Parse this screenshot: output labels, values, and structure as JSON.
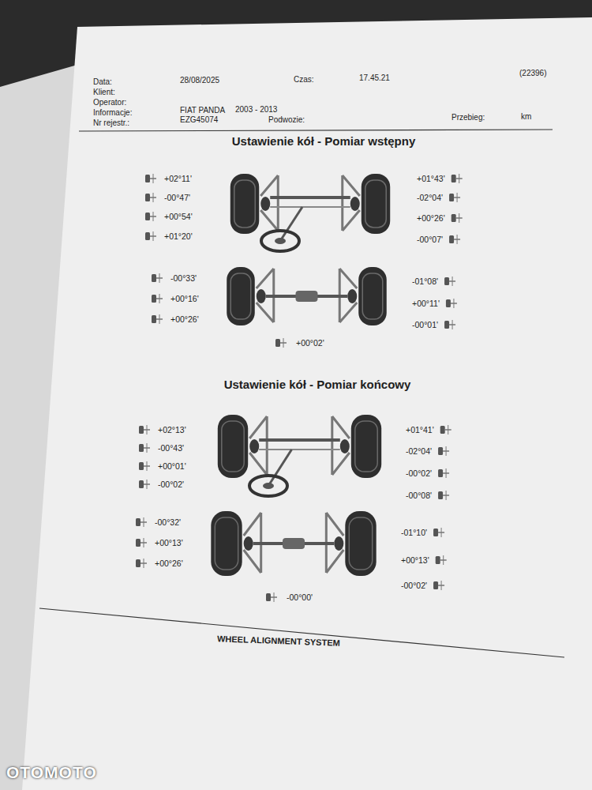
{
  "diagram": {
    "labels": [
      "Data:",
      "28/08/2025",
      "Czas:",
      "17.45.21",
      "(22396)",
      "Klient:",
      "Operator:",
      "Informacje:",
      "FIAT PANDA",
      "2003 - 2013",
      "Nr rejestr.:",
      "EZG45074",
      "Podwozie:",
      "Przebieg:",
      "km",
      "Ustawienie kół - Pomiar wstępny",
      "+02°11'",
      "-00°47'",
      "+00°54'",
      "+01°20'",
      "+01°43'",
      "-02°04'",
      "+00°26'",
      "-00°07'",
      "-00°33'",
      "+00°16'",
      "+00°26'",
      "-01°08'",
      "+00°11'",
      "-00°01'",
      "+00°02'",
      "Ustawienie kół - Pomiar końcowy",
      "+02°13'",
      "-00°43'",
      "+00°01'",
      "-00°02'",
      "+01°41'",
      "-02°04'",
      "-00°02'",
      "-00°08'",
      "-00°32'",
      "+00°13'",
      "+00°26'",
      "-01°10'",
      "+00°13'",
      "-00°02'",
      "-00°00'",
      "WHEEL ALIGNMENT SYSTEM",
      "OTOMOTO"
    ]
  }
}
